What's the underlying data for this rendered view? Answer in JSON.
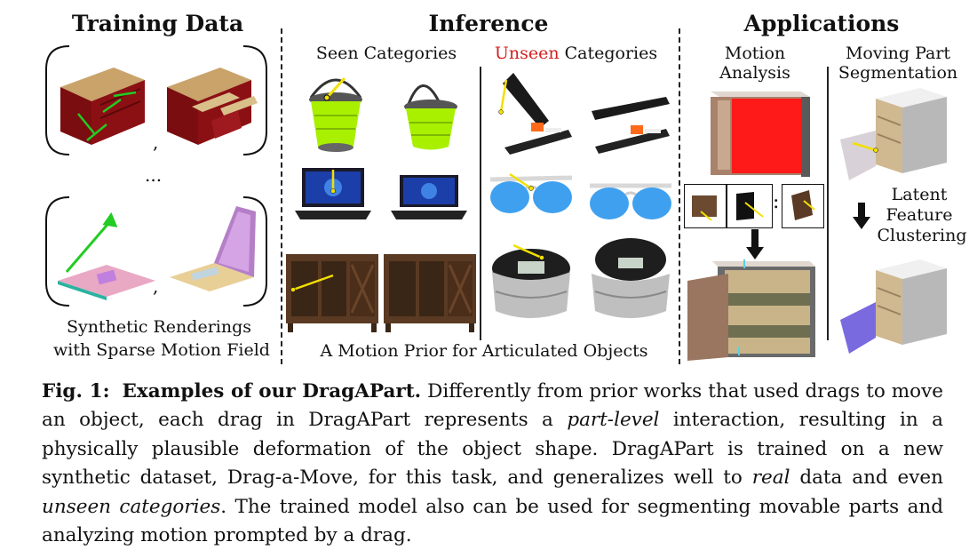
{
  "sections": {
    "training": {
      "title": "Training Data",
      "separator": ",",
      "ellipsis": "...",
      "label_line1": "Synthetic Renderings",
      "label_line2": "with Sparse Motion Field"
    },
    "inference": {
      "title": "Inference",
      "seen_label": "Seen Categories",
      "unseen_word": "Unseen",
      "unseen_rest": " Categories",
      "bottom_label": "A Motion Prior for Articulated Objects"
    },
    "applications": {
      "title": "Applications",
      "motion_line1": "Motion",
      "motion_line2": "Analysis",
      "moving_line1": "Moving Part",
      "moving_line2": "Segmentation",
      "latent_line1": "Latent",
      "latent_line2": "Feature",
      "latent_line3": "Clustering",
      "dots": ":"
    }
  },
  "caption": {
    "label": "Fig. 1:",
    "bold_title": "Examples of our DragAPart.",
    "p1": " Differently from prior works that used drags to move an object, each drag in DragAPart represents a ",
    "i1": "part-level",
    "p2": " interaction, resulting in a physically plausible deformation of the object shape. DragAPart is trained on a new synthetic dataset, Drag-a-Move, for this task, and generalizes well to ",
    "i2": "real",
    "p3": " data and even ",
    "i3": "unseen categories",
    "p4": ". The trained model also can be used for segmenting movable parts and analyzing motion prompted by a drag."
  },
  "colors": {
    "unseen_red": "#d42020",
    "drag_green": "#22cc22",
    "drag_yellow": "#f2e000",
    "highlight_red": "#ff1a1a",
    "segment_purple": "#7a6ae0",
    "bucket_lime": "#a8f000",
    "lens_blue": "#3fa0ef"
  }
}
